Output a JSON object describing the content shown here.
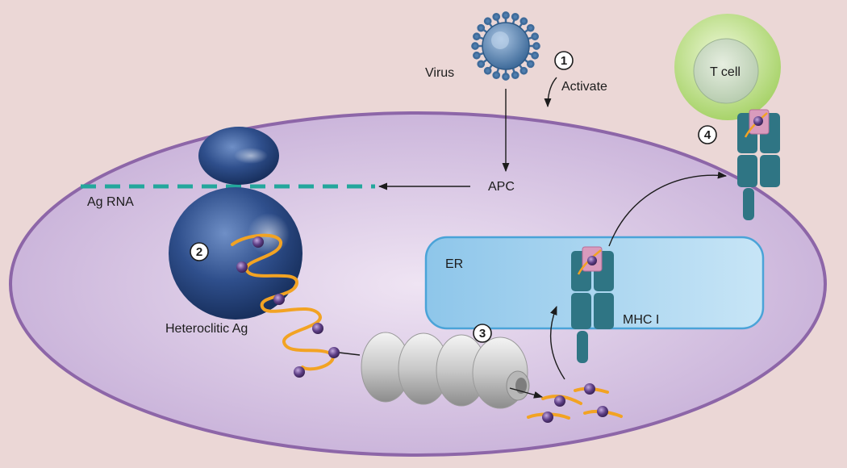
{
  "labels": {
    "virus": "Virus",
    "activate": "Activate",
    "t_cell": "T cell",
    "apc": "APC",
    "ag_rna": "Ag RNA",
    "heteroclitic_ag": "Heteroclitic Ag",
    "er": "ER",
    "mhc_i": "MHC I"
  },
  "steps": [
    "1",
    "2",
    "3",
    "4"
  ],
  "colors": {
    "background": "#ebd7d6",
    "apc_cell": "#c8b2d8",
    "apc_membrane": "#8d66a8",
    "er_fill": "#a7d4ee",
    "er_border": "#4aa3d8",
    "ribosome": "#2c4c8a",
    "antigen_chain": "#f2a323",
    "peptide_bead": "#5e3f86",
    "mhc": "#2f7584",
    "t_cell_outer": "#b8dc7a",
    "proteasome": "#c8c8c8",
    "rna_dashes": "#23a79c"
  },
  "icons": [
    "virus-icon",
    "ribosome-icon",
    "proteasome-icon",
    "mhc-complex-icon",
    "t-cell-icon"
  ]
}
